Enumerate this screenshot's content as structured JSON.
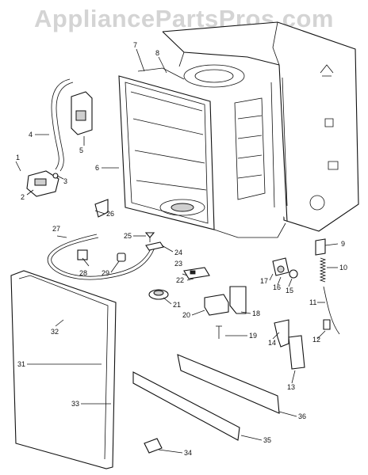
{
  "watermark": "AppliancePartsPros.com",
  "parts": [
    {
      "id": "p1",
      "label": "1"
    },
    {
      "id": "p2",
      "label": "2"
    },
    {
      "id": "p3",
      "label": "3"
    },
    {
      "id": "p4",
      "label": "4"
    },
    {
      "id": "p5",
      "label": "5"
    },
    {
      "id": "p6",
      "label": "6"
    },
    {
      "id": "p7",
      "label": "7"
    },
    {
      "id": "p8",
      "label": "8"
    },
    {
      "id": "p9",
      "label": "9"
    },
    {
      "id": "p10",
      "label": "10"
    },
    {
      "id": "p11",
      "label": "11"
    },
    {
      "id": "p12",
      "label": "12"
    },
    {
      "id": "p13",
      "label": "13"
    },
    {
      "id": "p14",
      "label": "14"
    },
    {
      "id": "p15",
      "label": "15"
    },
    {
      "id": "p16",
      "label": "16"
    },
    {
      "id": "p17",
      "label": "17"
    },
    {
      "id": "p18",
      "label": "18"
    },
    {
      "id": "p19",
      "label": "19"
    },
    {
      "id": "p20",
      "label": "20"
    },
    {
      "id": "p21",
      "label": "21"
    },
    {
      "id": "p22",
      "label": "22"
    },
    {
      "id": "p23",
      "label": "23"
    },
    {
      "id": "p24",
      "label": "24"
    },
    {
      "id": "p25",
      "label": "25"
    },
    {
      "id": "p26",
      "label": "26"
    },
    {
      "id": "p27",
      "label": "27"
    },
    {
      "id": "p28",
      "label": "28"
    },
    {
      "id": "p29",
      "label": "29"
    },
    {
      "id": "p31",
      "label": "31"
    },
    {
      "id": "p32",
      "label": "32"
    },
    {
      "id": "p33",
      "label": "33"
    },
    {
      "id": "p34",
      "label": "34"
    },
    {
      "id": "p35",
      "label": "35"
    },
    {
      "id": "p36",
      "label": "36"
    }
  ]
}
